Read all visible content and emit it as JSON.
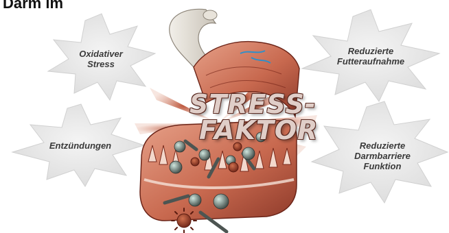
{
  "heading": "Darm im",
  "bursts": {
    "oxidative_stress": "Oxidativer\nStress",
    "reduced_feed_intake": "Reduzierte\nFutteraufnahme",
    "inflammation": "Entzündungen",
    "reduced_barrier": "Reduzierte\nDarmbarriere\nFunktion"
  },
  "center_label": {
    "line1": "STRESS-",
    "line2": "FAKTOR"
  },
  "colors": {
    "burst_fill": "#e9e9e9",
    "burst_edge": "#cfcfcf",
    "tissue": "#c8694f",
    "tissue_dark": "#8e3a2a",
    "ray": "#c87a62",
    "pathogen": "#5a5a5a"
  }
}
